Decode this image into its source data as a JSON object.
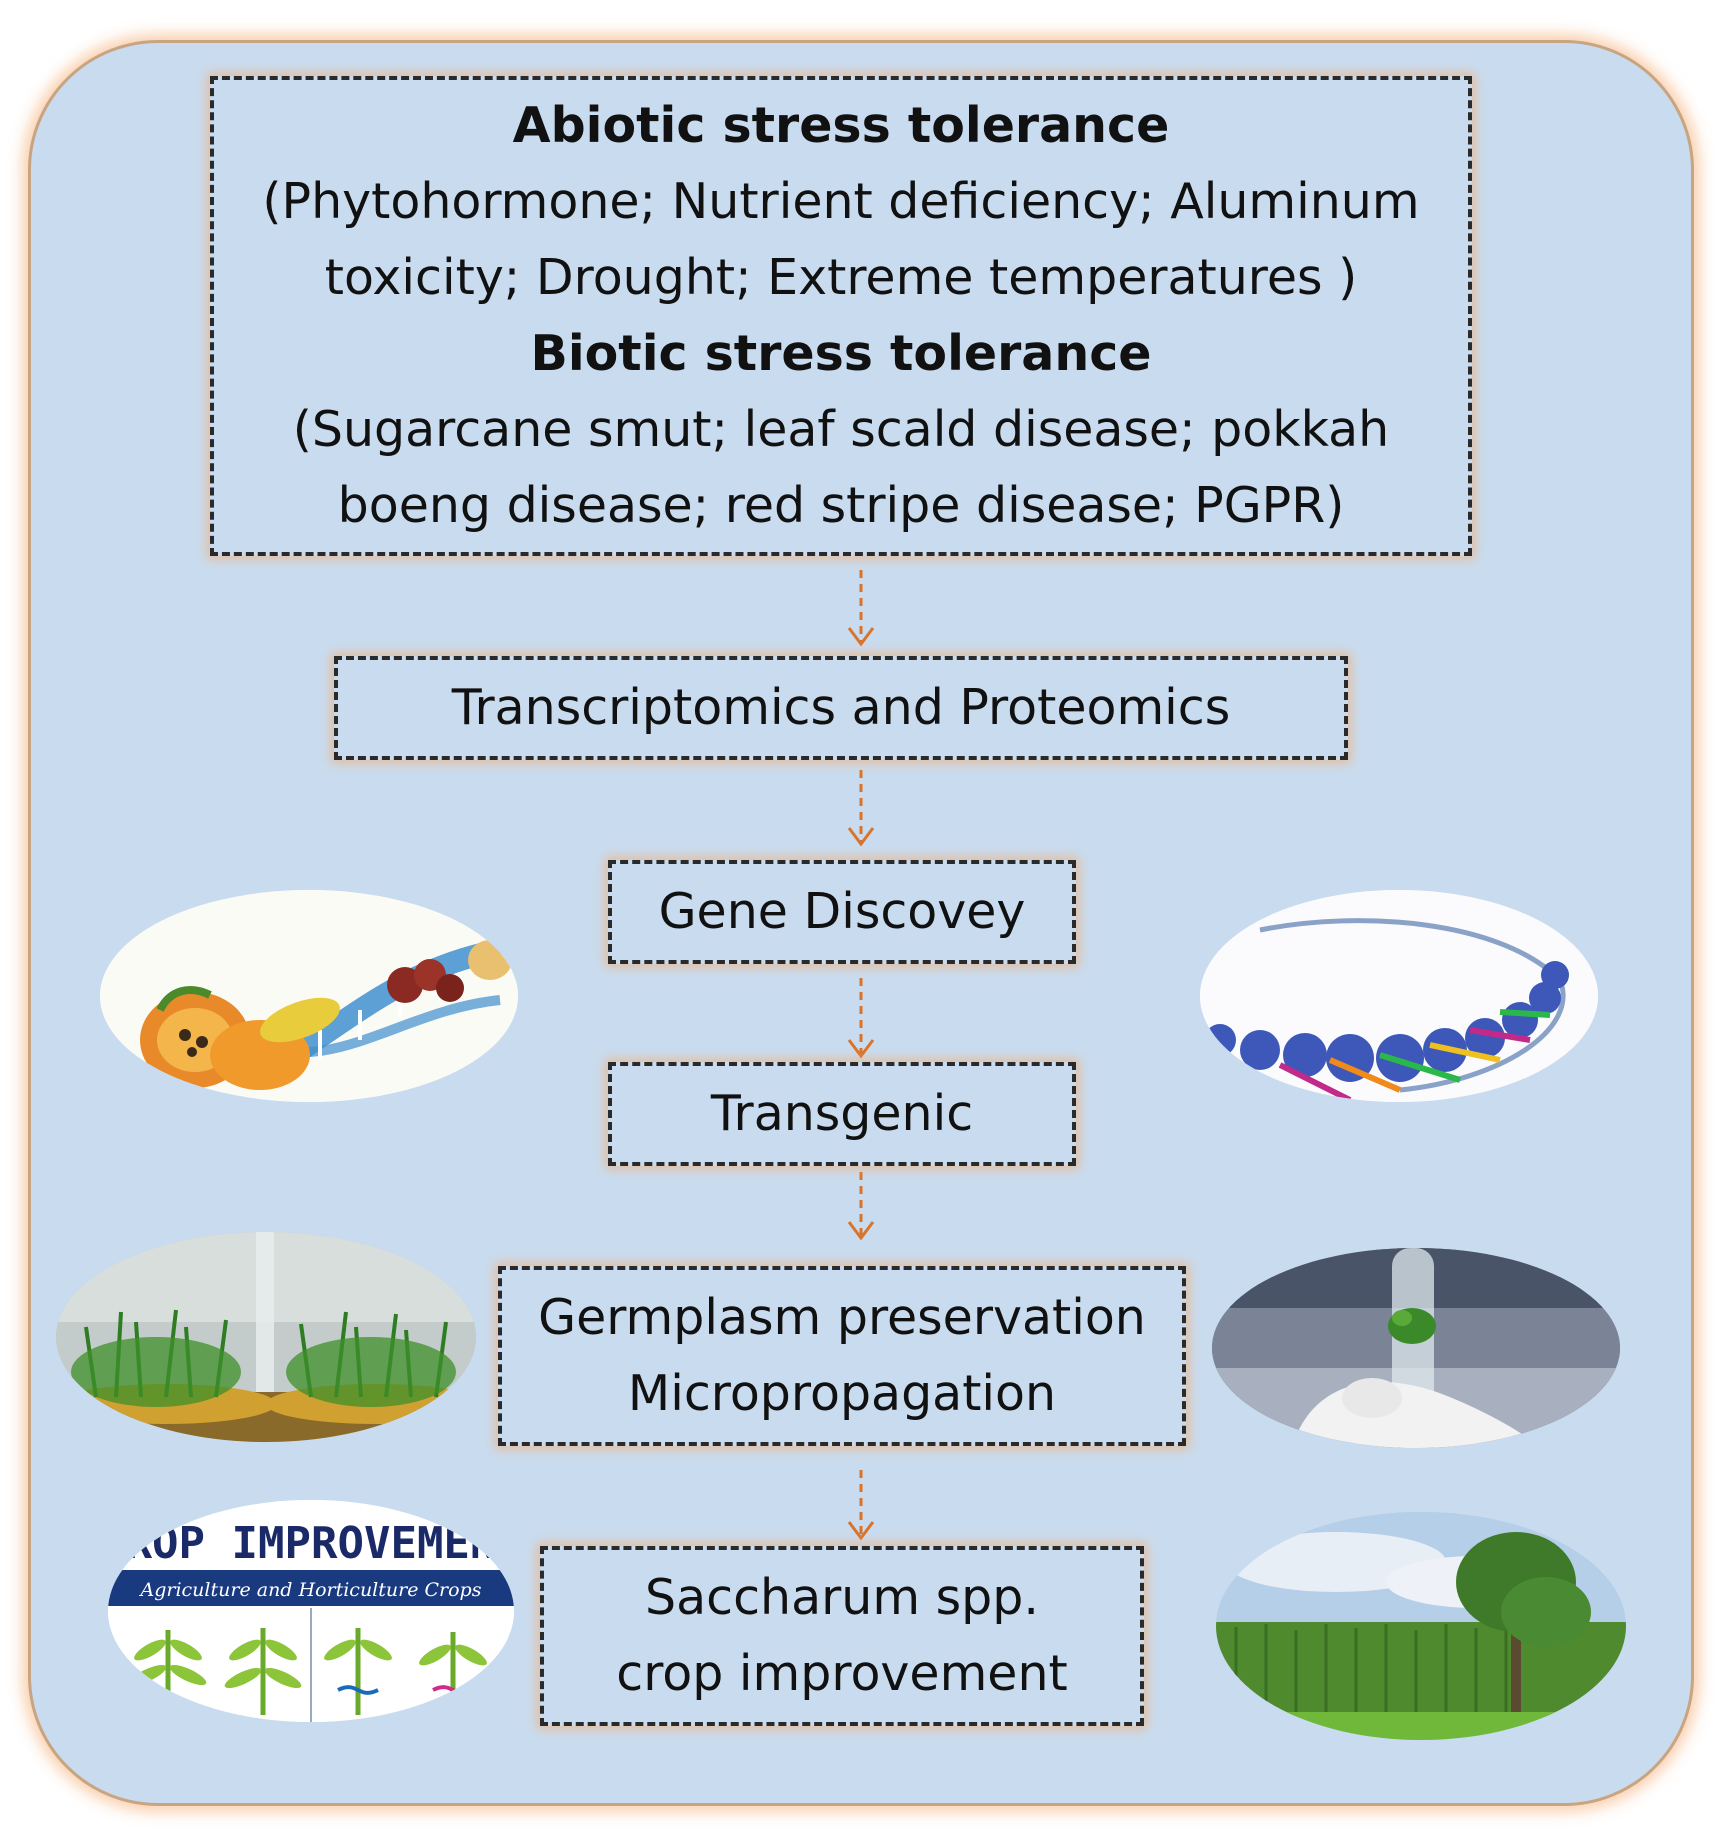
{
  "stress_box": {
    "abiotic_title": "Abiotic stress tolerance",
    "abiotic_line1": "(Phytohormone; Nutrient deficiency; Aluminum",
    "abiotic_line2": "toxicity; Drought; Extreme temperatures )",
    "biotic_title": "Biotic stress tolerance",
    "biotic_line1": "(Sugarcane smut; leaf scald disease; pokkah",
    "biotic_line2": "boeng disease; red stripe disease; PGPR)"
  },
  "steps": {
    "omics": "Transcriptomics and Proteomics",
    "gene": "Gene Discovey",
    "transgenic": "Transgenic",
    "germplasm_line1": "Germplasm preservation",
    "germplasm_line2": "Micropropagation",
    "crop_line1": "Saccharum spp.",
    "crop_line2": "crop improvement"
  },
  "images": {
    "crop_improvement_title": "CROP IMPROVEMENT",
    "crop_improvement_subtitle": "Agriculture and Horticulture Crops"
  },
  "colors": {
    "background": "#c9dcef",
    "glow": "#f4aa6e",
    "arrow": "#d9742a",
    "border": "#2a2a2a"
  }
}
